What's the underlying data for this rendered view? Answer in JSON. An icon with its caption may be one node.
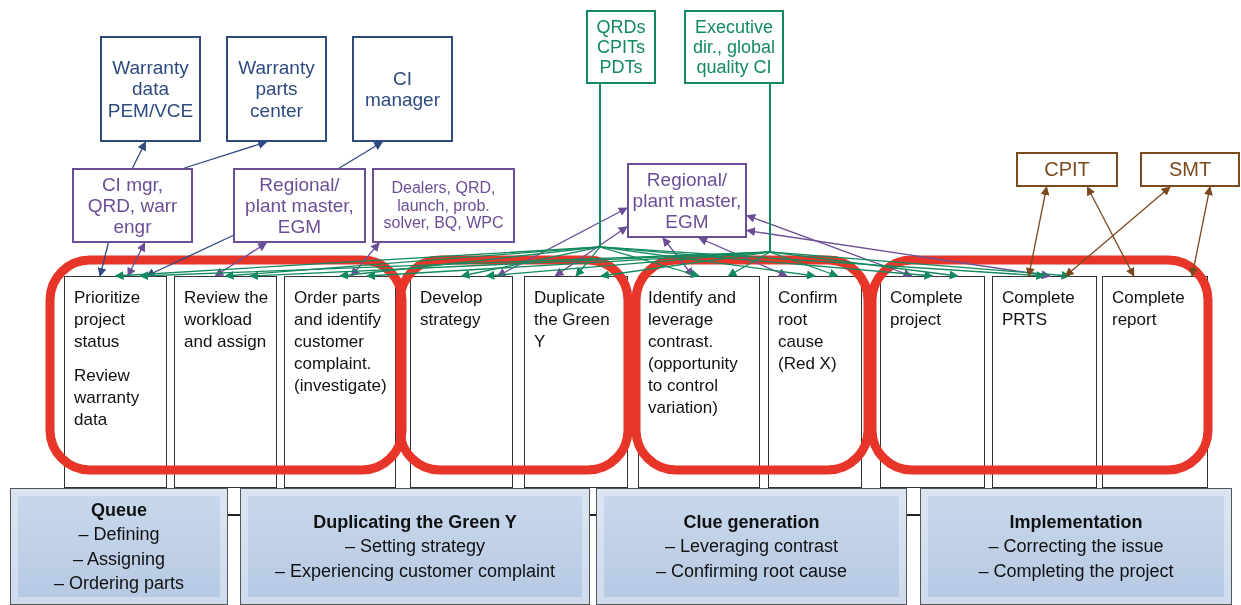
{
  "diagram": {
    "nodes": [
      {
        "text": [
          "Warranty data PEM/VCE"
        ]
      },
      {
        "text": [
          "Warranty parts center"
        ]
      },
      {
        "text": [
          "CI manager"
        ]
      },
      {
        "text": [
          "QRDs CPITs PDTs"
        ]
      },
      {
        "text": [
          "Executive dir., global quality CI"
        ]
      },
      {
        "text": [
          "CI mgr, QRD, warr engr"
        ]
      },
      {
        "text": [
          "Regional/ plant master, EGM"
        ]
      },
      {
        "text": [
          "Dealers, QRD, launch, prob. solver, BQ, WPC"
        ]
      },
      {
        "text": [
          "Regional/ plant master, EGM"
        ]
      },
      {
        "text": [
          "CPIT"
        ]
      },
      {
        "text": [
          "SMT"
        ]
      },
      {
        "text": [
          "Prioritize project status",
          "Review warranty data"
        ]
      },
      {
        "text": [
          "Review the workload and assign"
        ]
      },
      {
        "text": [
          "Order parts and identify customer complaint. (investigate)"
        ]
      },
      {
        "text": [
          "Develop strategy"
        ]
      },
      {
        "text": [
          "Duplicate the Green Y"
        ]
      },
      {
        "text": [
          "Identify and leverage contrast. (opportunity to control variation)"
        ]
      },
      {
        "text": [
          "Confirm root cause (Red X)"
        ]
      },
      {
        "text": [
          "Complete project"
        ]
      },
      {
        "text": [
          "Complete PRTS"
        ]
      },
      {
        "text": [
          "Complete report"
        ]
      },
      {
        "text": [
          "Queue",
          "– Defining",
          "– Assigning",
          "– Ordering parts"
        ]
      },
      {
        "text": [
          "Duplicating the Green Y",
          "– Setting strategy",
          "– Experiencing customer complaint"
        ]
      },
      {
        "text": [
          "Clue generation",
          "– Leveraging contrast",
          "– Confirming root cause"
        ]
      },
      {
        "text": [
          "Implementation",
          "– Correcting the issue",
          "– Completing the project"
        ]
      }
    ],
    "edges": [
      {
        "from": 5,
        "to": 0,
        "arrow": "to",
        "color": "#2e4a7f"
      },
      {
        "from": 5,
        "to": 1,
        "arrow": "to",
        "color": "#2e4a7f"
      },
      {
        "from": 6,
        "to": 2,
        "arrow": "to",
        "color": "#2e4a7f"
      },
      {
        "from": 6,
        "to": 11,
        "arrow": "to",
        "color": "#2e4a7f"
      },
      {
        "from": 5,
        "to": 11,
        "arrow": "to",
        "color": "#2e4a7f"
      },
      {
        "from": 5,
        "to": 11,
        "arrow": "both",
        "color": "#6b4f96"
      },
      {
        "from": 6,
        "to": 12,
        "arrow": "both",
        "color": "#6b4f96"
      },
      {
        "from": 7,
        "to": 13,
        "arrow": "both",
        "color": "#6b4f96"
      },
      {
        "from": 8,
        "to": 14,
        "arrow": "both",
        "color": "#6b4f96"
      },
      {
        "from": 8,
        "to": 15,
        "arrow": "both",
        "color": "#6b4f96"
      },
      {
        "from": 8,
        "to": 16,
        "arrow": "both",
        "color": "#6b4f96"
      },
      {
        "from": 8,
        "to": 17,
        "arrow": "both",
        "color": "#6b4f96"
      },
      {
        "from": 8,
        "to": 18,
        "arrow": "both",
        "color": "#6b4f96"
      },
      {
        "from": 8,
        "to": 19,
        "arrow": "both",
        "color": "#6b4f96"
      },
      {
        "from": 3,
        "to": 11,
        "arrow": "to"
      },
      {
        "from": 3,
        "to": 12,
        "arrow": "to"
      },
      {
        "from": 3,
        "to": 13,
        "arrow": "to"
      },
      {
        "from": 3,
        "to": 14,
        "arrow": "to"
      },
      {
        "from": 3,
        "to": 15,
        "arrow": "to"
      },
      {
        "from": 3,
        "to": 16,
        "arrow": "to"
      },
      {
        "from": 3,
        "to": 17,
        "arrow": "to"
      },
      {
        "from": 3,
        "to": 18,
        "arrow": "to"
      },
      {
        "from": 3,
        "to": 19,
        "arrow": "to"
      },
      {
        "from": 4,
        "to": 11,
        "arrow": "to"
      },
      {
        "from": 4,
        "to": 12,
        "arrow": "to"
      },
      {
        "from": 4,
        "to": 13,
        "arrow": "to"
      },
      {
        "from": 4,
        "to": 14,
        "arrow": "to"
      },
      {
        "from": 4,
        "to": 15,
        "arrow": "to"
      },
      {
        "from": 4,
        "to": 16,
        "arrow": "to"
      },
      {
        "from": 4,
        "to": 17,
        "arrow": "to"
      },
      {
        "from": 4,
        "to": 18,
        "arrow": "to"
      },
      {
        "from": 4,
        "to": 19,
        "arrow": "to"
      },
      {
        "from": 19,
        "to": 9,
        "arrow": "both",
        "color": "#7b4a1e"
      },
      {
        "from": 9,
        "to": 20,
        "arrow": "both",
        "color": "#7b4a1e"
      },
      {
        "from": 10,
        "to": 19,
        "arrow": "both",
        "color": "#7b4a1e"
      },
      {
        "from": 10,
        "to": 20,
        "arrow": "both",
        "color": "#7b4a1e"
      }
    ]
  }
}
